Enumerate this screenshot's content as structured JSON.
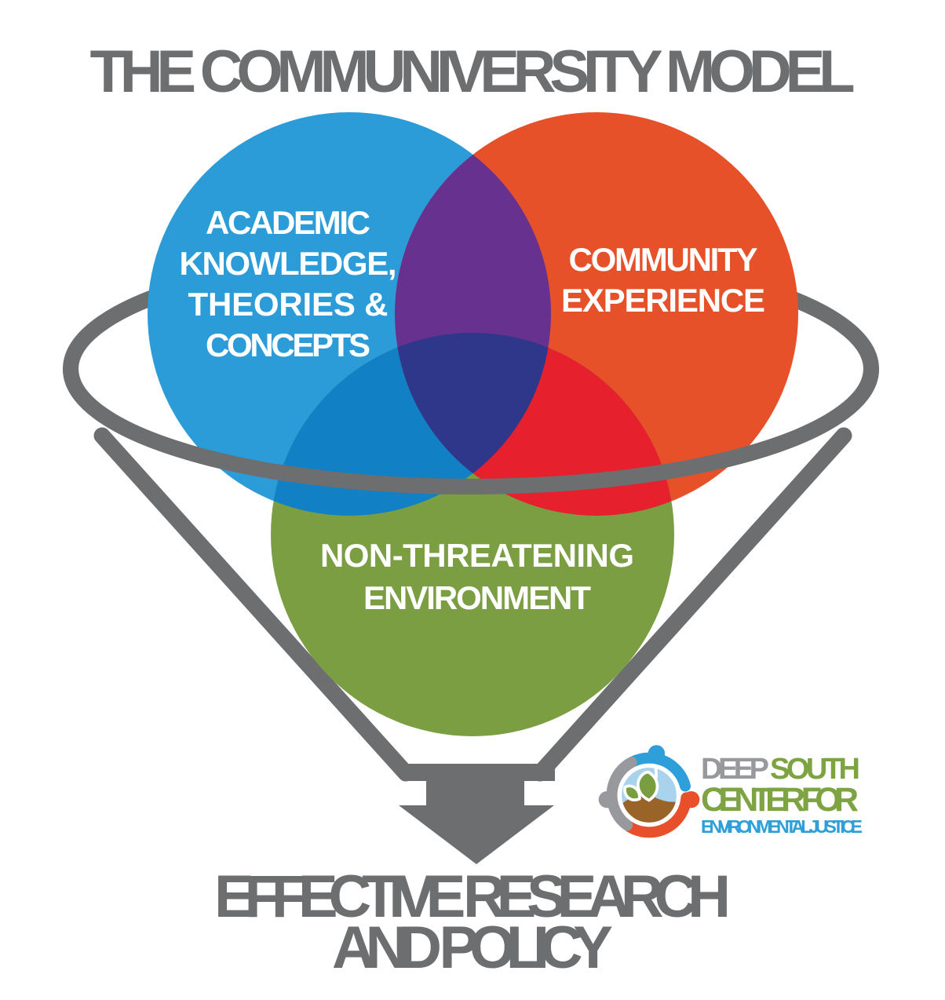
{
  "title": {
    "text": "THE COMMUNIVERSITY MODEL"
  },
  "palette": {
    "funnel_gray": "#6D6E70",
    "academic_blue": "#2B9CD8",
    "community_orange": "#E6512A",
    "environment_green": "#7B9E43",
    "overlap_purple": "#66318F",
    "overlap_red": "#E7202E",
    "overlap_dark_blue": "#1180C4",
    "overlap_navy": "#2E378A"
  },
  "venn": {
    "academic": {
      "lines": [
        "ACADEMIC",
        "KNOWLEDGE,",
        "THEORIES &",
        "CONCEPTS"
      ]
    },
    "community": {
      "lines": [
        "COMMUNITY",
        "EXPERIENCE"
      ]
    },
    "environment": {
      "lines": [
        "NON-THREATENING",
        "ENVIRONMENT"
      ]
    }
  },
  "outcome": {
    "lines": [
      "EFFECTIVE RESEARCH",
      "AND POLICY"
    ]
  },
  "logo": {
    "word1": "DEEP",
    "word2": "SOUTH",
    "line2": "CENTER FOR",
    "line3": "ENVIRONMENTAL JUSTICE",
    "gray": "#98999C",
    "green": "#7EA342",
    "blue": "#2E9FD8",
    "orange": "#E8502B",
    "brown": "#9A6429",
    "sky": "#A9D3ED",
    "leaf": "#7A9E3F"
  }
}
